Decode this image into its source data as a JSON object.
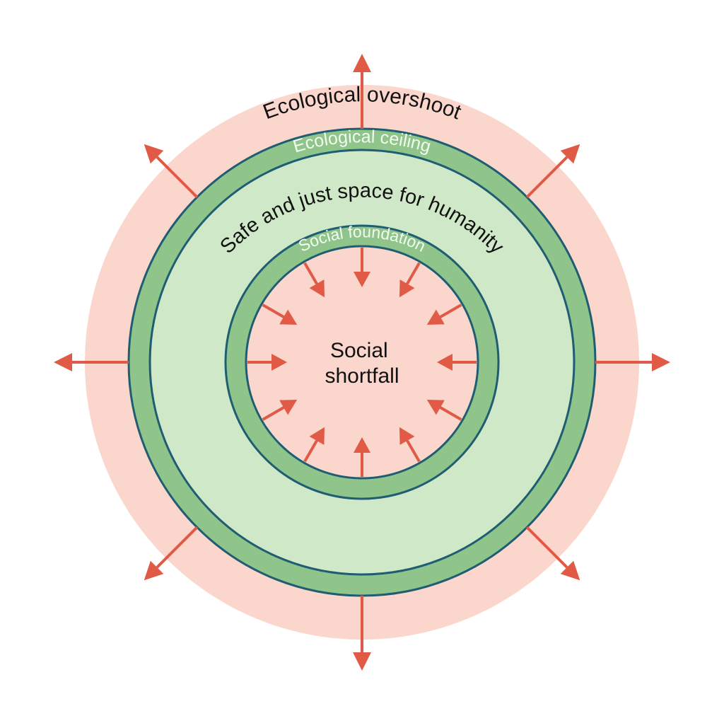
{
  "labels": {
    "ecological_overshoot": "Ecological overshoot",
    "ecological_ceiling": "Ecological ceiling",
    "safe_just_space": "Safe and just space for humanity",
    "social_foundation": "Social foundation",
    "social_shortfall_line1": "Social",
    "social_shortfall_line2": "shortfall"
  },
  "colors": {
    "overshoot_fill": "#fbd6cc",
    "shortfall_fill": "#fbd6cc",
    "ring_fill": "#8fc48a",
    "space_fill": "#cfe8c8",
    "ring_stroke": "#1f5d73",
    "arrow": "#e05a46",
    "text_dark": "#111111",
    "text_light": "#f2fbef"
  },
  "outward_arrow_count": 8,
  "inward_arrow_count": 12
}
